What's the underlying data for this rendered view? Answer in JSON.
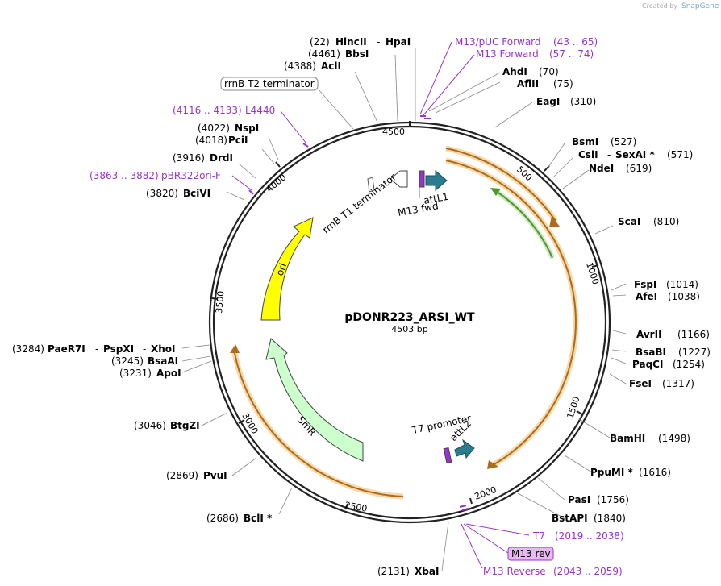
{
  "credit": {
    "created_by": "Created by",
    "brand": "SnapGene"
  },
  "plasmid": {
    "name": "pDONR223_ARSI_WT",
    "length_label": "4503 bp"
  },
  "ticks": [
    "500",
    "1000",
    "1500",
    "2000",
    "2500",
    "3000",
    "3500",
    "4000",
    "4500"
  ],
  "sites": {
    "hincii_pos": "(22)",
    "hincii": "HincII",
    "hpai": "HpaI",
    "hyphen": "-",
    "bbsi_pos": "(4461)",
    "bbsi": "BbsI",
    "acli_pos": "(4388)",
    "acli": "AclI",
    "rrnb_t2": "rrnB T2 terminator",
    "l4440_pos": "(4116 .. 4133)",
    "l4440": "L4440",
    "nspi_pos": "(4022)",
    "nspi": "NspI",
    "pcii_pos": "(4018)",
    "pcii": "PciI",
    "drdi_pos": "(3916)",
    "drdi": "DrdI",
    "pbr_pos": "(3863 .. 3882)",
    "pbr": "pBR322ori-F",
    "bcivi_pos": "(3820)",
    "bcivi": "BciVI",
    "paer7i_pos": "(3284)",
    "paer7i": "PaeR7I",
    "pspxi": "PspXI",
    "xhoi": "XhoI",
    "bsaai_pos": "(3245)",
    "bsaai": "BsaAI",
    "apoi_pos": "(3231)",
    "apoi": "ApoI",
    "btgzi_pos": "(3046)",
    "btgzi": "BtgZI",
    "pvui_pos": "(2869)",
    "pvui": "PvuI",
    "bcli_pos": "(2686)",
    "bcli": "BclI *",
    "xbai_pos": "(2131)",
    "xbai": "XbaI",
    "m13rev_primer": "M13 Reverse",
    "m13rev_pos": "(2043 .. 2059)",
    "m13rev_box": "M13 rev",
    "t7": "T7",
    "t7_pos": "(2019 .. 2038)",
    "bstapi": "BstAPI",
    "bstapi_pos": "(1840)",
    "pasi": "PasI",
    "pasi_pos": "(1756)",
    "ppumi": "PpuMI *",
    "ppumi_pos": "(1616)",
    "bamhi": "BamHI",
    "bamhi_pos": "(1498)",
    "fsei": "FseI",
    "fsei_pos": "(1317)",
    "paqci": "PaqCI",
    "paqci_pos": "(1254)",
    "bsabi": "BsaBI",
    "bsabi_pos": "(1227)",
    "avrii": "AvrII",
    "avrii_pos": "(1166)",
    "afei": "AfeI",
    "afei_pos": "(1038)",
    "fspi": "FspI",
    "fspi_pos": "(1014)",
    "scai": "ScaI",
    "scai_pos": "(810)",
    "ndei": "NdeI",
    "ndei_pos": "(619)",
    "csii": "CsiI",
    "sexai": "SexAI *",
    "csii_pos": "(571)",
    "bsmi": "BsmI",
    "bsmi_pos": "(527)",
    "eagi": "EagI",
    "eagi_pos": "(310)",
    "aflii": "AflII",
    "aflii_pos": "(75)",
    "ahdi": "AhdI",
    "ahdi_pos": "(70)",
    "m13fwd_primer": "M13 Forward",
    "m13fwd_pos": "(57 .. 74)",
    "m13puc_primer": "M13/pUC Forward",
    "m13puc_pos": "(43 .. 65)"
  },
  "features": {
    "ori": "ori",
    "smr": "SmR",
    "rrnb_t1": "rrnB T1 terminator",
    "attl1": "attL1",
    "m13fwd": "M13 fwd",
    "t7_promoter": "T7 promoter",
    "attl2": "attL2"
  },
  "colors": {
    "ori": "#ffff00",
    "smr": "#ccffcc",
    "orf_orange": "#e8a13a",
    "orf_green": "#4a9a2a",
    "attl": "#2b7c8f",
    "primer": "#9933cc"
  }
}
